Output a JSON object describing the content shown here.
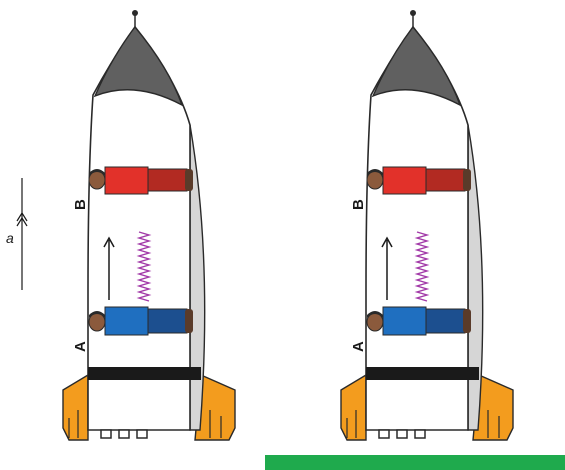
{
  "diagram": {
    "labels": {
      "a": "A",
      "b": "B",
      "acceleration": "a"
    },
    "colors": {
      "nose": "#606060",
      "outline": "#2a2a2a",
      "wall": "#d6d6d6",
      "band": "#1a1a1a",
      "fins": "#f39c1e",
      "wave": "#a23aa8",
      "person_a_shirt": "#1f6fc0",
      "person_b_shirt": "#e2312a",
      "ground": "#1faa4d"
    }
  }
}
